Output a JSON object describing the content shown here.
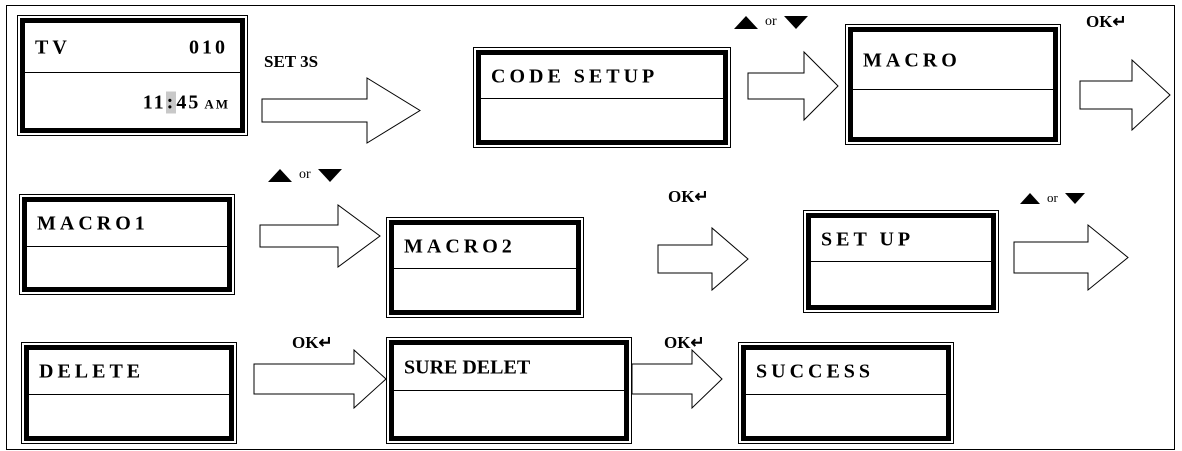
{
  "screens": {
    "tv": {
      "line1_left": "TV",
      "line1_right": "010",
      "time_hour": "11",
      "time_sep": ":",
      "time_min": "45",
      "time_ampm": "AM"
    },
    "code_setup": "CODE SETUP",
    "macro": "MACRO",
    "macro1": "MACRO1",
    "macro2": "MACRO2",
    "set_up": "SET UP",
    "delete": "DELETE",
    "sure_delet": "SURE DELET",
    "success": "SUCCESS"
  },
  "labels": {
    "set3s": "SET 3S",
    "ok": "OK↵",
    "or": "or"
  },
  "icons": {
    "up": "up-triangle-icon",
    "down": "down-triangle-icon"
  }
}
